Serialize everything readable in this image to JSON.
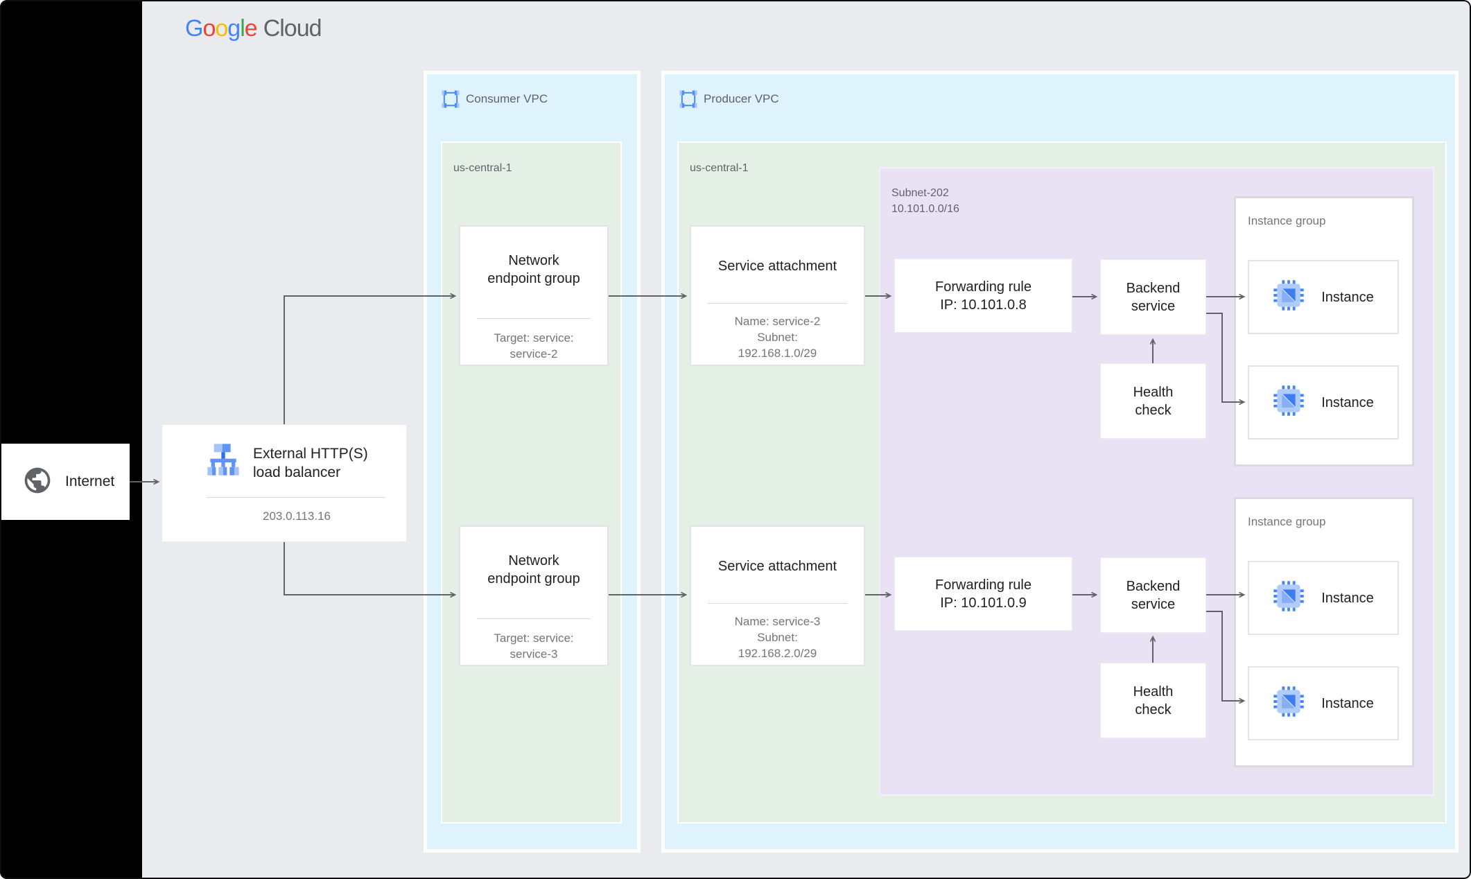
{
  "logo": {
    "letters": [
      {
        "ch": "G",
        "style": "color:#4285F4"
      },
      {
        "ch": "o",
        "style": "color:#EA4335"
      },
      {
        "ch": "o",
        "style": "color:#FBBC05"
      },
      {
        "ch": "g",
        "style": "color:#4285F4"
      },
      {
        "ch": "l",
        "style": "color:#34A853"
      },
      {
        "ch": "e",
        "style": "color:#EA4335"
      }
    ],
    "suffix": "Cloud"
  },
  "internet": {
    "label": "Internet"
  },
  "load_balancer": {
    "title": "External HTTP(S) load balancer",
    "ip": "203.0.113.16"
  },
  "consumer_vpc": {
    "label": "Consumer VPC",
    "region_label": "us-central-1",
    "negs": [
      {
        "title": "Network endpoint group",
        "detail": "Target: service: service-2"
      },
      {
        "title": "Network endpoint group",
        "detail": "Target: service: service-3"
      }
    ]
  },
  "producer_vpc": {
    "label": "Producer VPC",
    "region_label": "us-central-1",
    "service_attachments": [
      {
        "title": "Service attachment",
        "name": "Name: service-2",
        "subnet": "Subnet: 192.168.1.0/29"
      },
      {
        "title": "Service attachment",
        "name": "Name: service-3",
        "subnet": "Subnet: 192.168.2.0/29"
      }
    ],
    "subnet": {
      "name": "Subnet-202",
      "cidr": "10.101.0.0/16",
      "forwarding_rules": [
        {
          "title": "Forwarding rule",
          "ip": "IP: 10.101.0.8"
        },
        {
          "title": "Forwarding rule",
          "ip": "IP: 10.101.0.9"
        }
      ],
      "backend_services": [
        {
          "label": "Backend service"
        },
        {
          "label": "Backend service"
        }
      ],
      "health_checks": [
        {
          "label": "Health check"
        },
        {
          "label": "Health check"
        }
      ]
    },
    "instance_groups": [
      {
        "label": "Instance group",
        "instances": [
          "Instance",
          "Instance"
        ]
      },
      {
        "label": "Instance group",
        "instances": [
          "Instance",
          "Instance"
        ]
      }
    ]
  },
  "colors": {
    "canvas": "#e9ebee",
    "vpc_fill": "#dff3fc",
    "region_fill": "#e4f0e6",
    "subnet_fill": "#e9e2f4",
    "wire": "#5f6368",
    "accent_blue": "#4285F4"
  }
}
